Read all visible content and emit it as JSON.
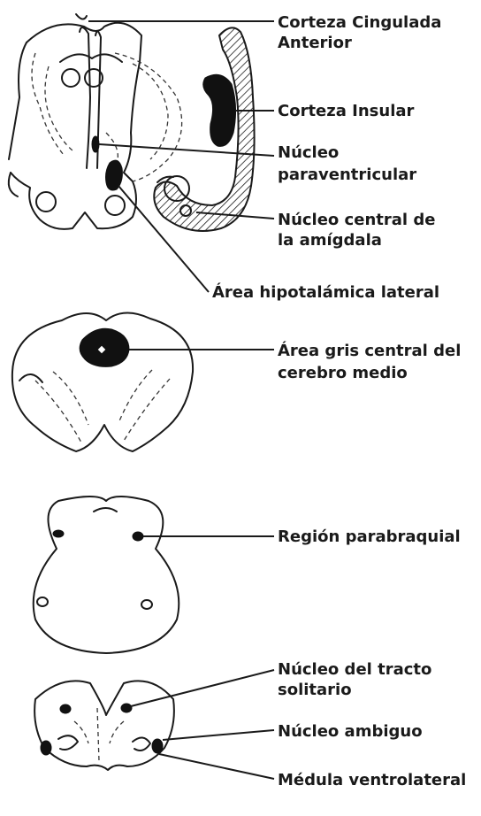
{
  "labels": {
    "corteza_cingulada": [
      "Corteza Cingulada",
      "Anterior"
    ],
    "corteza_insular": [
      "Corteza Insular"
    ],
    "nucleo_paraventricular": [
      "Núcleo",
      "paraventricular"
    ],
    "nucleo_central_amigdala": [
      "Núcleo central de",
      "la amígdala"
    ],
    "area_hipotalamica_lateral": [
      "Área hipotalámica lateral"
    ],
    "area_gris_central": [
      "Área gris central del",
      "cerebro medio"
    ],
    "region_parabraquial": [
      "Región parabraquial"
    ],
    "nucleo_tracto_solitario": [
      "Núcleo del tracto",
      "solitario"
    ],
    "nucleo_ambiguo": [
      "Núcleo ambiguo"
    ],
    "medula_ventrolateral": [
      "Médula ventrolateral"
    ]
  },
  "colors": {
    "ink": "#1a1a1a",
    "background": "#ffffff"
  }
}
